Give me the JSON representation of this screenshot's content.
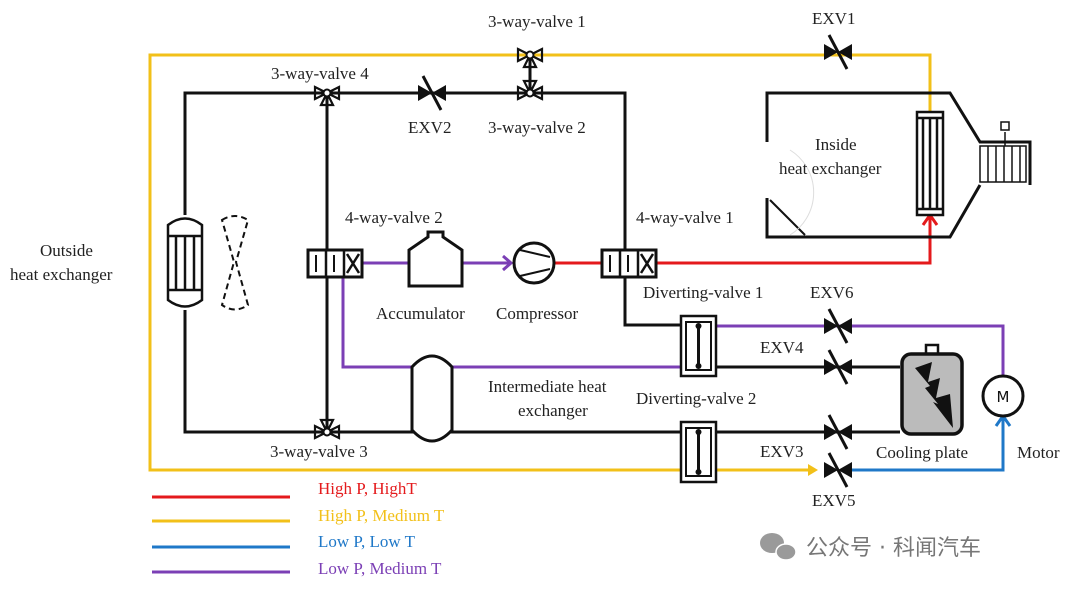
{
  "colors": {
    "high_p_high_t": "#e41a1c",
    "high_p_medium_t": "#f2c019",
    "low_p_low_t": "#1f78c8",
    "low_p_medium_t": "#7b3fb5",
    "pipe": "#111111"
  },
  "labels": {
    "three_way_valve_1": "3-way-valve 1",
    "three_way_valve_2": "3-way-valve 2",
    "three_way_valve_3": "3-way-valve 3",
    "three_way_valve_4": "3-way-valve 4",
    "exv1": "EXV1",
    "exv2": "EXV2",
    "exv3": "EXV3",
    "exv4": "EXV4",
    "exv5": "EXV5",
    "exv6": "EXV6",
    "four_way_valve_1": "4-way-valve 1",
    "four_way_valve_2": "4-way-valve 2",
    "outside_hx_1": "Outside",
    "outside_hx_2": "heat exchanger",
    "inside_hx_1": "Inside",
    "inside_hx_2": "heat exchanger",
    "accumulator": "Accumulator",
    "compressor": "Compressor",
    "diverting_valve_1": "Diverting-valve 1",
    "diverting_valve_2": "Diverting-valve 2",
    "intermediate_hx_1": "Intermediate heat",
    "intermediate_hx_2": "exchanger",
    "cooling_plate": "Cooling plate",
    "motor": "Motor",
    "motor_symbol": "M"
  },
  "legend": [
    {
      "label": "High P, HighT",
      "color": "#e41a1c"
    },
    {
      "label": "High P, Medium T",
      "color": "#f2c019"
    },
    {
      "label": "Low P, Low T",
      "color": "#1f78c8"
    },
    {
      "label": "Low P, Medium T",
      "color": "#7b3fb5"
    }
  ],
  "watermark": "公众号 · 科闻汽车"
}
